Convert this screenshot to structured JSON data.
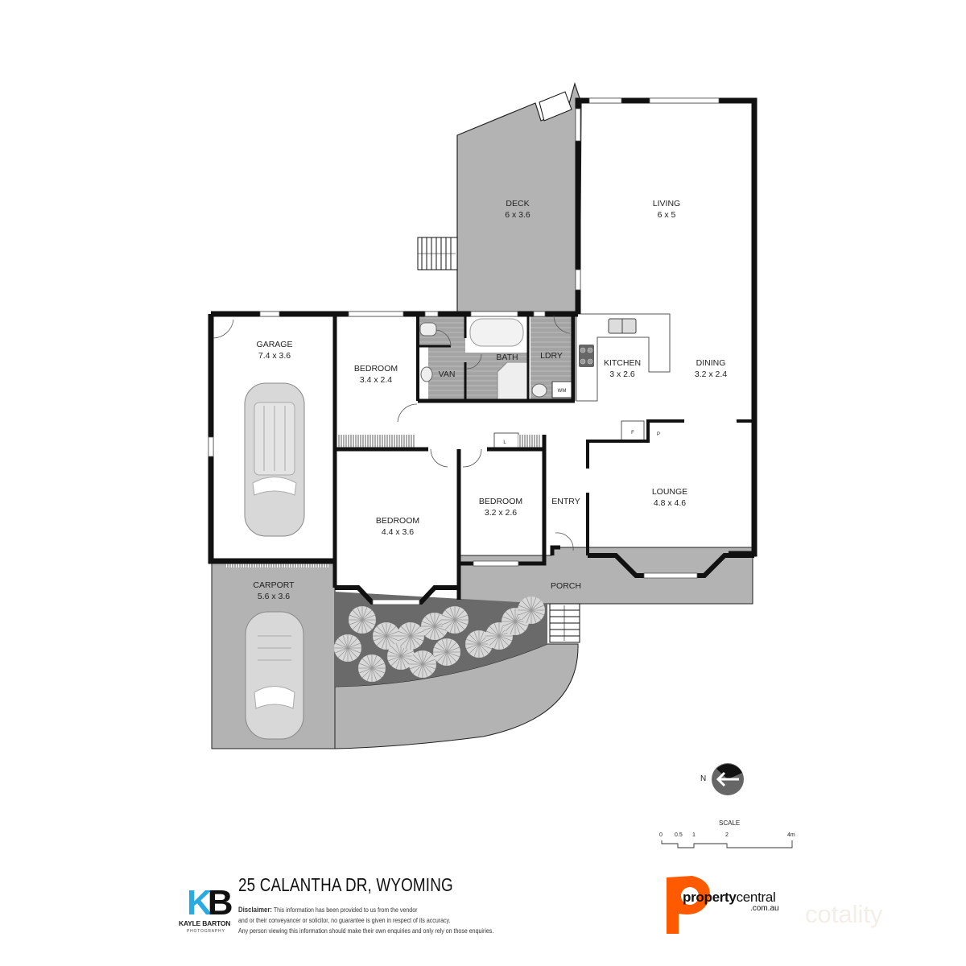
{
  "property": {
    "address": "25 CALANTHA DR, WYOMING"
  },
  "rooms": [
    {
      "id": "deck",
      "name": "DECK",
      "dims": "6 x 3.6"
    },
    {
      "id": "living",
      "name": "LIVING",
      "dims": "6 x 5"
    },
    {
      "id": "garage",
      "name": "GARAGE",
      "dims": "7.4 x 3.6"
    },
    {
      "id": "bedroom1",
      "name": "BEDROOM",
      "dims": "3.4 x 2.4"
    },
    {
      "id": "van",
      "name": "VAN",
      "dims": ""
    },
    {
      "id": "bath",
      "name": "BATH",
      "dims": ""
    },
    {
      "id": "ldry",
      "name": "LDRY",
      "dims": ""
    },
    {
      "id": "kitchen",
      "name": "KITCHEN",
      "dims": "3 x 2.6"
    },
    {
      "id": "dining",
      "name": "DINING",
      "dims": "3.2 x 2.4"
    },
    {
      "id": "bedroom2",
      "name": "BEDROOM",
      "dims": "4.4 x 3.6"
    },
    {
      "id": "bedroom3",
      "name": "BEDROOM",
      "dims": "3.2 x 2.6"
    },
    {
      "id": "entry",
      "name": "ENTRY",
      "dims": ""
    },
    {
      "id": "lounge",
      "name": "LOUNGE",
      "dims": "4.8 x 4.6"
    },
    {
      "id": "porch",
      "name": "PORCH",
      "dims": ""
    },
    {
      "id": "carport",
      "name": "CARPORT",
      "dims": "5.6 x 3.6"
    }
  ],
  "fixtures": {
    "wm": "WM",
    "fridge": "F",
    "pantry": "P",
    "linen": "L"
  },
  "compass": {
    "label": "N",
    "icon": "north-arrow-left-icon"
  },
  "scale": {
    "title": "SCALE",
    "ticks": [
      "0",
      "0.5",
      "1",
      "2",
      "4m"
    ]
  },
  "footer": {
    "disclaimer_label": "Disclaimer:",
    "disclaimer_lines": [
      "This information has been provided to us from the vendor",
      "and or their conveyancer or solicitor, no guarantee is given in respect of its accuracy.",
      "Any person viewing this information should make their own enquiries and only rely on those enquiries."
    ]
  },
  "logos": {
    "photographer": {
      "letters_k": "K",
      "letters_b": "B",
      "name": "KAYLE BARTON",
      "sub": "PHOTOGRAPHY"
    },
    "agency": {
      "bold": "property",
      "regular": "central",
      "domain": ".com.au"
    },
    "watermark": "cotality"
  },
  "colors": {
    "wall": "#111111",
    "floor_grey": "#b3b3b3",
    "garden_dark": "#6a6a6a",
    "wet_area": "#a0a0a0",
    "kb_blue": "#29abe2",
    "pc_orange": "#ff5a00"
  }
}
